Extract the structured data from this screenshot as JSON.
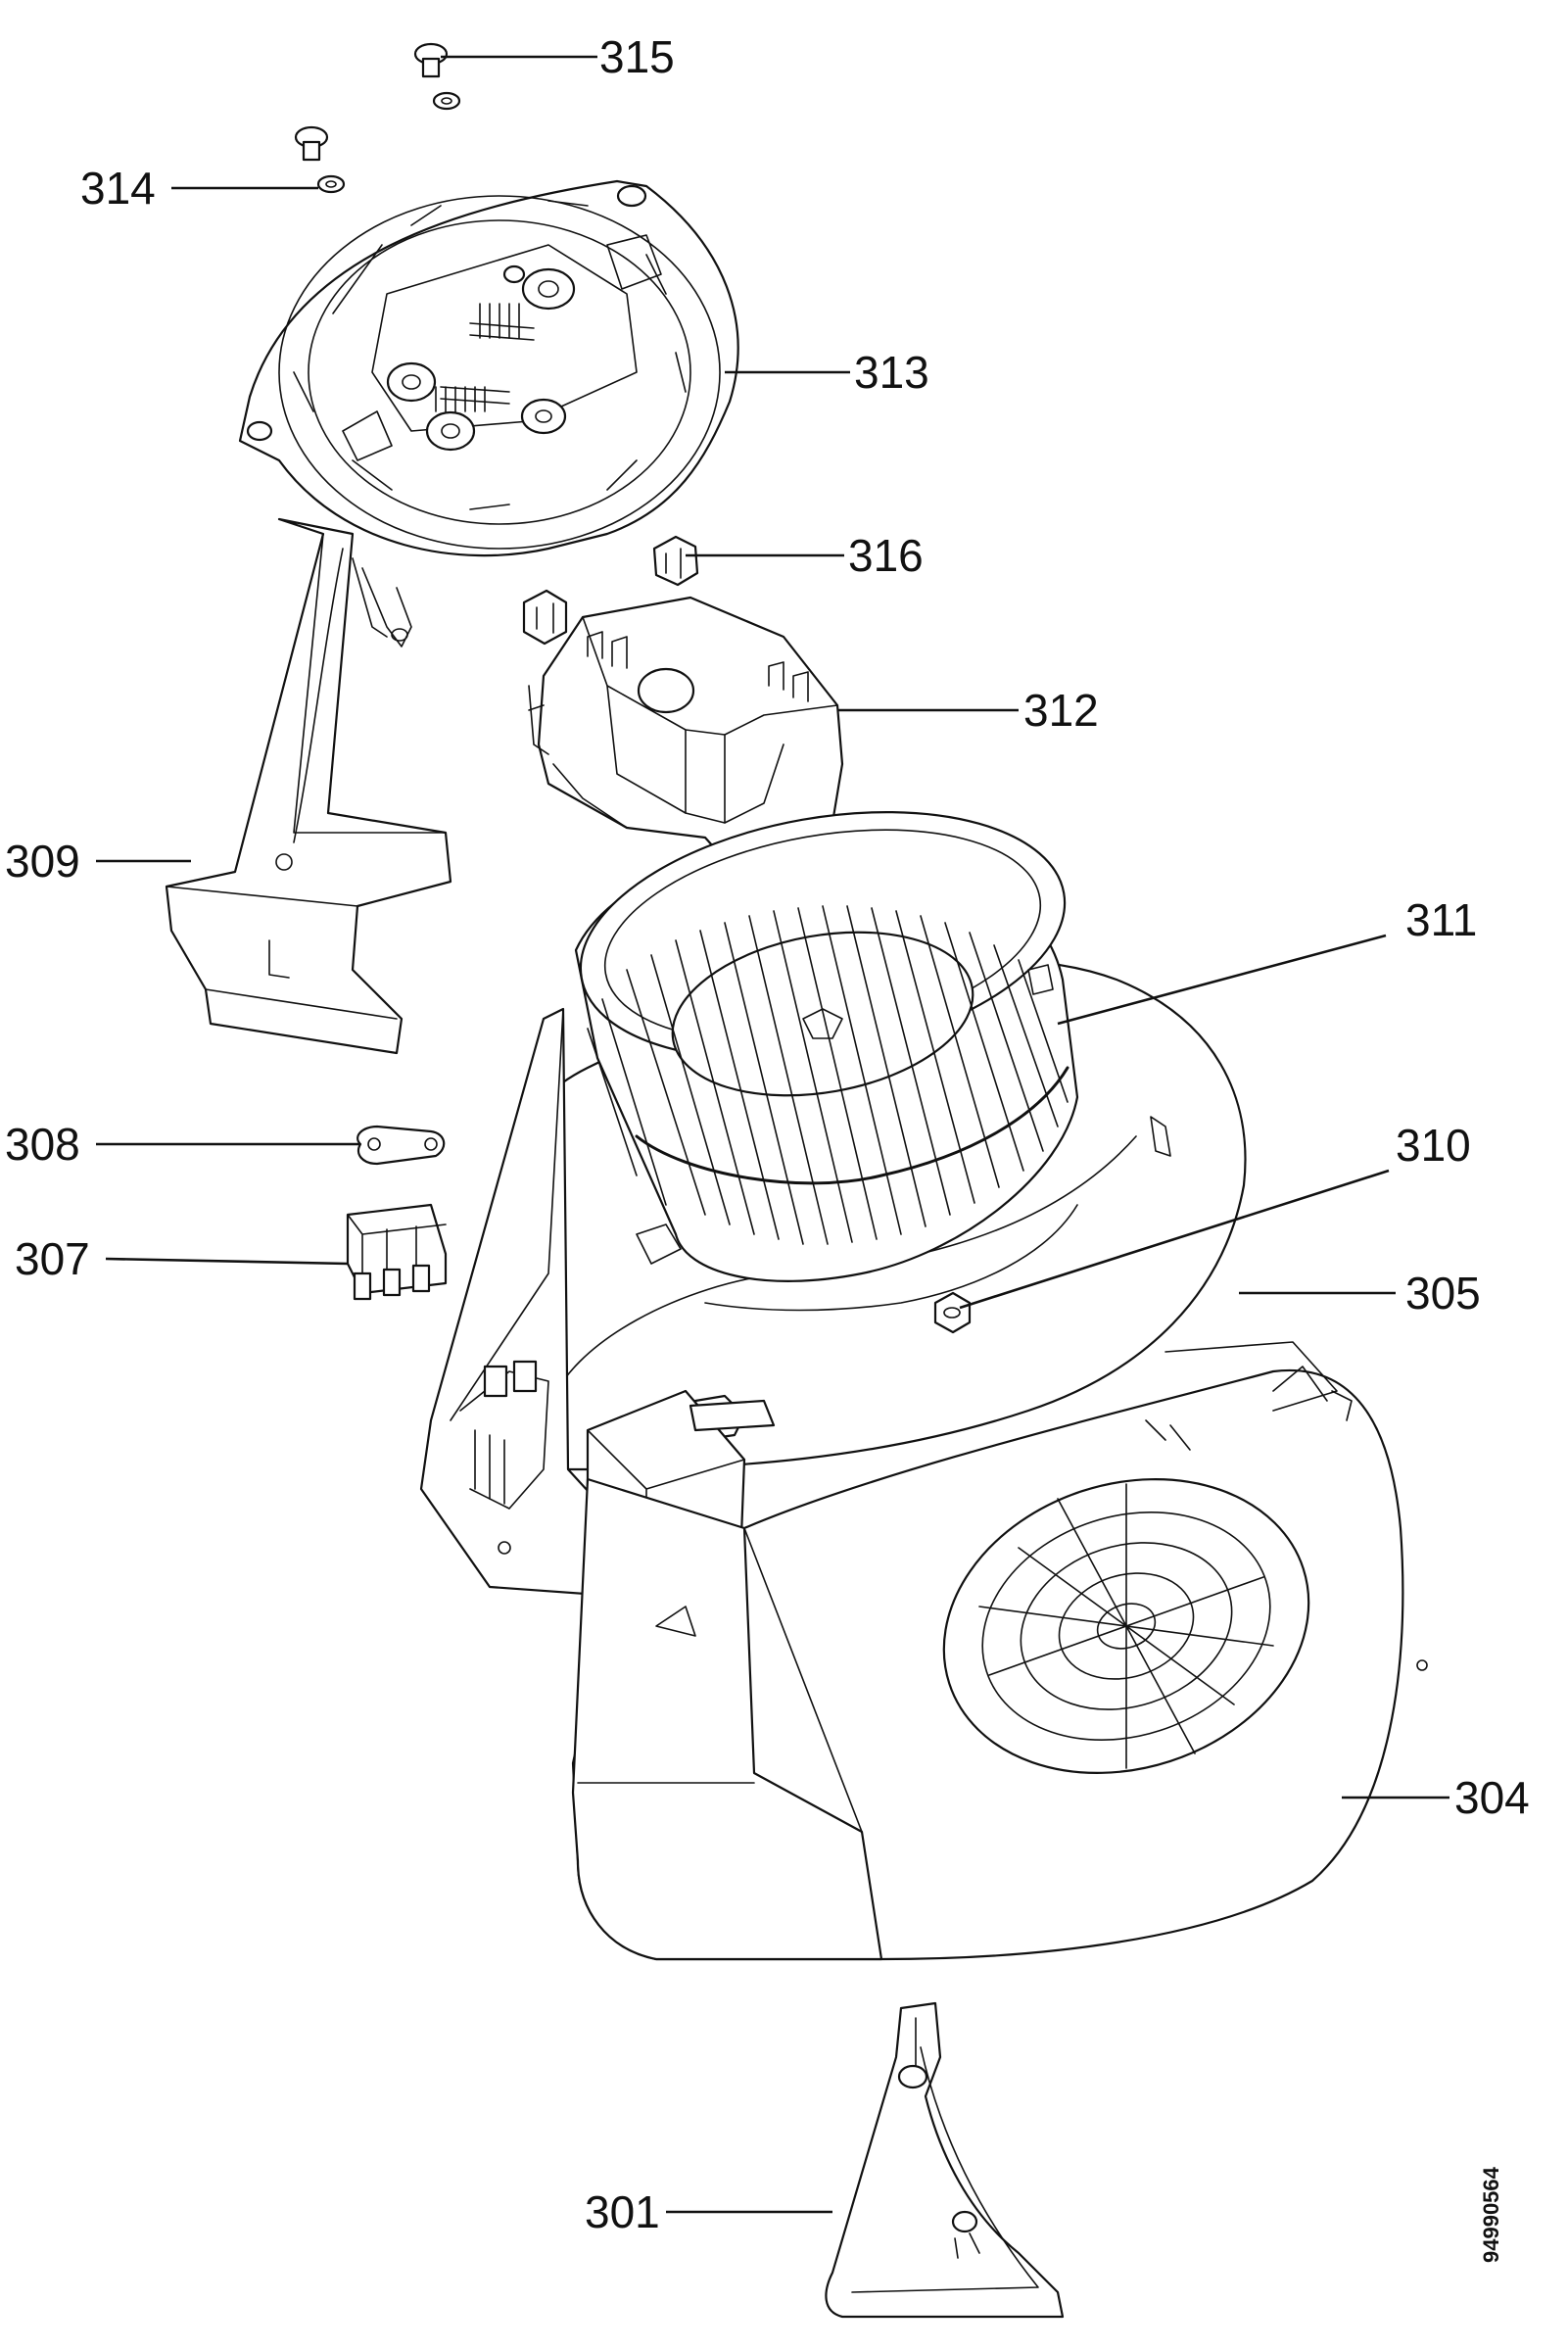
{
  "colors": {
    "ink": "#111111",
    "paper": "#ffffff"
  },
  "callouts": [
    {
      "id": "315",
      "label": "315"
    },
    {
      "id": "314",
      "label": "314"
    },
    {
      "id": "313",
      "label": "313"
    },
    {
      "id": "316",
      "label": "316"
    },
    {
      "id": "312",
      "label": "312"
    },
    {
      "id": "309",
      "label": "309"
    },
    {
      "id": "311",
      "label": "311"
    },
    {
      "id": "310",
      "label": "310"
    },
    {
      "id": "308",
      "label": "308"
    },
    {
      "id": "307",
      "label": "307"
    },
    {
      "id": "305",
      "label": "305"
    },
    {
      "id": "304",
      "label": "304"
    },
    {
      "id": "301",
      "label": "301"
    }
  ],
  "document_number": "94990564"
}
